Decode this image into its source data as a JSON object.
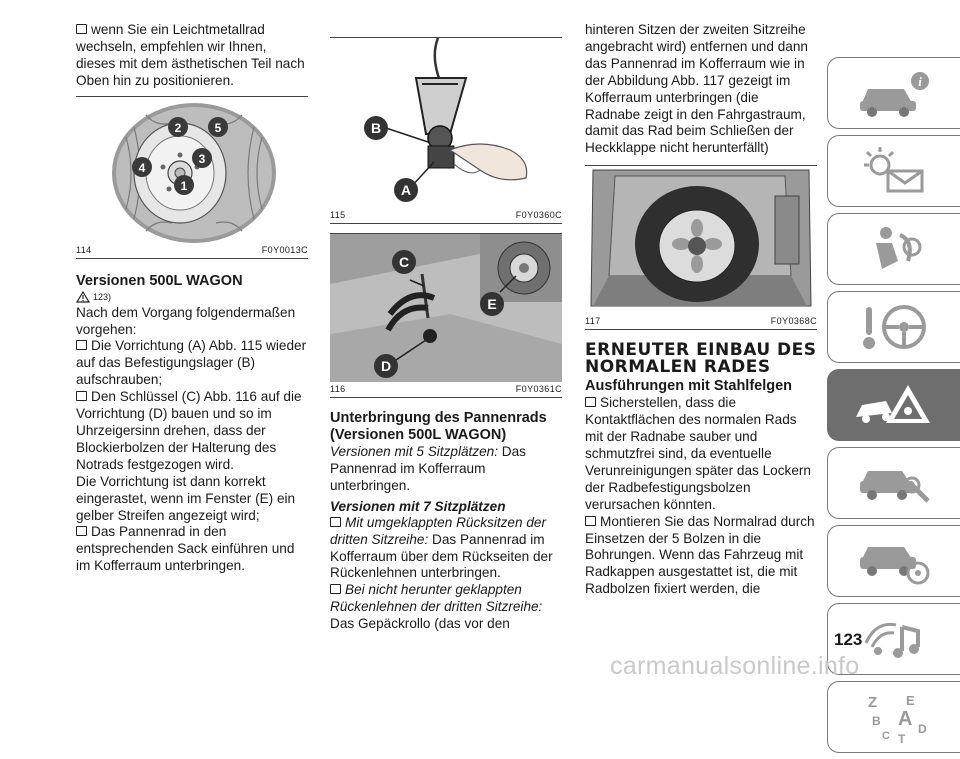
{
  "col1": {
    "p1": "wenn Sie ein Leichtmetallrad wechseln, empfehlen wir Ihnen, dieses mit dem ästhetischen Teil nach Oben hin zu positionieren.",
    "fig114": {
      "num": "114",
      "code": "F0Y0013C",
      "labels": [
        "2",
        "5",
        "4",
        "3",
        "1"
      ]
    },
    "heading": "Versionen 500L WAGON",
    "warn_ref": "123)",
    "p2": "Nach dem Vorgang folgendermaßen vorgehen:",
    "b1": "Die Vorrichtung (A) Abb. 115 wieder auf das Befestigungslager (B) aufschrauben;",
    "b2": "Den Schlüssel (C) Abb. 116 auf die Vorrichtung (D) bauen und so im Uhrzeigersinn drehen, dass der Blockierbolzen der Halterung des Notrads festgezogen wird.",
    "p3": "Die Vorrichtung ist dann korrekt eingerastet, wenn im Fenster (E) ein gelber Streifen angezeigt wird;",
    "b3": "Das Pannenrad in den entsprechenden Sack einführen und im Kofferraum unterbringen."
  },
  "col2": {
    "fig115": {
      "num": "115",
      "code": "F0Y0360C",
      "labels": [
        "B",
        "A"
      ]
    },
    "fig116": {
      "num": "116",
      "code": "F0Y0361C",
      "labels": [
        "C",
        "E",
        "D"
      ]
    },
    "heading": "Unterbringung des Pannenrads (Versionen 500L WAGON)",
    "p1_italic": "Versionen mit 5 Sitzplätzen:",
    "p1": " Das Pannenrad im Kofferraum unterbringen.",
    "sub": "Versionen mit 7 Sitzplätzen",
    "b1_italic": "Mit umgeklappten Rücksitzen der dritten Sitzreihe:",
    "b1": " Das Pannenrad im Kofferraum über dem Rückseiten der Rückenlehnen unterbringen.",
    "b2_italic": "Bei nicht herunter geklappten Rückenlehnen der dritten Sitzreihe:",
    "b2": "Das Gepäckrollo (das vor den"
  },
  "col3": {
    "p1": "hinteren Sitzen der zweiten Sitzreihe angebracht wird) entfernen und dann das Pannenrad im Kofferraum wie in der Abbildung Abb. 117 gezeigt im Kofferraum unterbringen (die Radnabe zeigt in den Fahrgastraum, damit das Rad beim Schließen der Heckklappe nicht herunterfällt)",
    "fig117": {
      "num": "117",
      "code": "F0Y0368C"
    },
    "heading1": "ERNEUTER EINBAU DES NORMALEN RADES",
    "heading2": "Ausführungen mit Stahlfelgen",
    "b1": "Sicherstellen, dass die Kontaktflächen des normalen Rads mit der Radnabe sauber und schmutzfrei sind, da eventuelle Verunreinigungen später das Lockern der Radbefestigungsbolzen verursachen könnten.",
    "b2": "Montieren Sie das Normalrad durch Einsetzen der 5 Bolzen in die Bohrungen. Wenn das Fahrzeug mit Radkappen ausgestattet ist, die mit Radbolzen fixiert werden, die"
  },
  "page_number": "123",
  "footer": "carmanualsonline.info",
  "sidebar": {
    "tabs": [
      "car-info-icon",
      "warning-lights-icon",
      "airbag-safety-icon",
      "driving-steering-icon",
      "emergency-icon",
      "maintenance-icon",
      "technical-data-icon",
      "multimedia-icon",
      "index-icon"
    ],
    "active_index": 4,
    "index_letters": [
      "Z",
      "E",
      "A",
      "B",
      "C",
      "D",
      "T"
    ]
  },
  "colors": {
    "tab_active": "#6e6e6e",
    "tab_border": "#7a7a7a",
    "text": "#1a1a1a",
    "footer": "#c9c9c9"
  }
}
